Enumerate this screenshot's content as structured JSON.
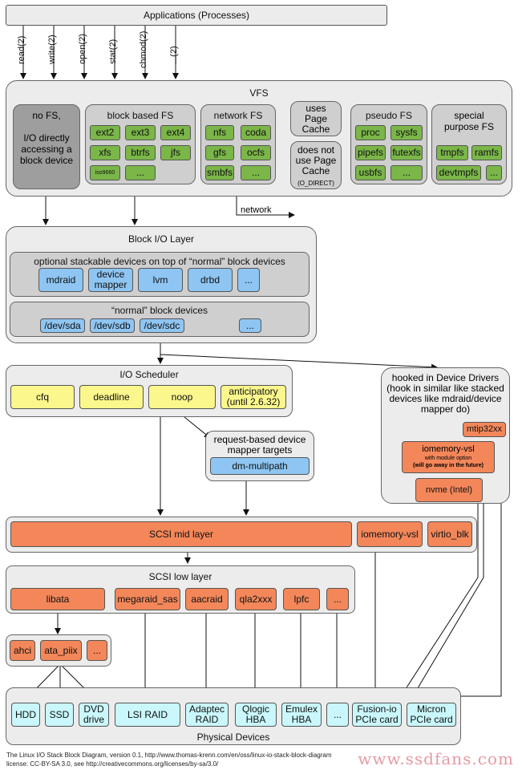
{
  "applications": "Applications (Processes)",
  "syscalls": [
    "read(2)",
    "write(2)",
    "open(2)",
    "stat(2)",
    "chmod(2)",
    "...(2)"
  ],
  "vfs": {
    "title": "VFS",
    "no_fs": {
      "title": "no FS,",
      "desc": "I/O directly accessing a block device"
    },
    "block_fs": {
      "title": "block based FS",
      "items": [
        "ext2",
        "ext3",
        "ext4",
        "xfs",
        "btrfs",
        "jfs",
        "iso9660",
        "..."
      ]
    },
    "network_fs": {
      "title": "network FS",
      "items": [
        "nfs",
        "coda",
        "gfs",
        "ocfs",
        "smbfs",
        "..."
      ]
    },
    "uses_cache": "uses Page Cache",
    "no_cache": "does not use Page Cache",
    "no_cache_note": "(O_DIRECT)",
    "pseudo_fs": {
      "title": "pseudo FS",
      "items": [
        "proc",
        "sysfs",
        "pipefs",
        "futexfs",
        "usbfs",
        "..."
      ]
    },
    "special_fs": {
      "title": "special purpose FS",
      "items": [
        "tmpfs",
        "ramfs",
        "devtmpfs",
        "..."
      ]
    }
  },
  "network_label": "network",
  "block_io": {
    "title": "Block I/O Layer",
    "stackable_title": "optional stackable devices on top of “normal” block devices",
    "stackable": [
      "mdraid",
      "device mapper",
      "lvm",
      "drbd",
      "..."
    ],
    "normal_title": "“normal” block devices",
    "normal": [
      "/dev/sda",
      "/dev/sdb",
      "/dev/sdc",
      "..."
    ]
  },
  "io_scheduler": {
    "title": "I/O Scheduler",
    "items": [
      "cfq",
      "deadline",
      "noop",
      "anticipatory (until 2.6.32)"
    ]
  },
  "dm_targets": {
    "title": "request-based device mapper targets",
    "item": "dm-multipath"
  },
  "device_drivers": {
    "title": "hooked in Device Drivers (hook in similar like stacked devices like mdraid/device mapper do)",
    "mtip": "mtip32xx",
    "iomemory": "iomemory-vsl",
    "iomemory_note": "with module option",
    "iomemory_note2": "(will go away in the future)",
    "nvme": "nvme (Intel)"
  },
  "scsi_mid": {
    "title": "SCSI mid layer",
    "iomemory": "iomemory-vsl",
    "virtio": "virtio_blk"
  },
  "scsi_low": {
    "title": "SCSI low layer",
    "items": [
      "libata",
      "megaraid_sas",
      "aacraid",
      "qla2xxx",
      "lpfc",
      "..."
    ]
  },
  "ata_drivers": [
    "ahci",
    "ata_piix",
    "..."
  ],
  "physical": {
    "title": "Physical Devices",
    "items": [
      "HDD",
      "SSD",
      "DVD drive",
      "LSI RAID",
      "Adaptec RAID",
      "Qlogic HBA",
      "Emulex HBA",
      "...",
      "Fusion-io PCIe card",
      "Micron PCIe card"
    ]
  },
  "footer_line1": "The Linux I/O Stack Block Diagram, version 0.1, http://www.thomas-krenn.com/en/oss/linux-io-stack-block-diagram",
  "footer_line2": "license: CC-BY-SA 3.0, see http://creativecommons.org/licenses/by-sa/3.0/",
  "watermark": "www.ssdfans.com",
  "colors": {
    "green": "#7ab648",
    "blue": "#8ec5f2",
    "yellow": "#fbf78c",
    "orange": "#f3875a",
    "cyan": "#c9f7fb"
  }
}
